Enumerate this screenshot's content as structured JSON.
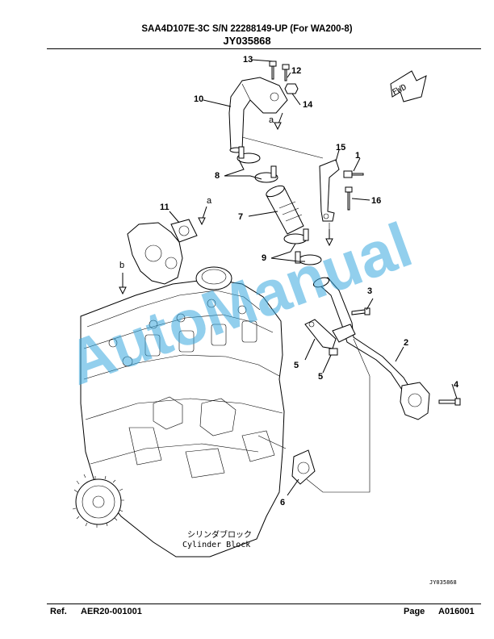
{
  "header": {
    "line1": "SAA4D107E-3C S/N 22288149-UP (For WA200-8)",
    "line2": "JY035868"
  },
  "footer": {
    "ref_label": "Ref.",
    "ref_value": "AER20-001001",
    "page_label": "Page",
    "page_value": "A016001"
  },
  "drawing": {
    "callouts": [
      "1",
      "2",
      "3",
      "4",
      "5",
      "5",
      "6",
      "7",
      "8",
      "9",
      "10",
      "11",
      "12",
      "13",
      "14",
      "15",
      "16"
    ],
    "view_letters": [
      "a",
      "a",
      "b"
    ],
    "fwd_label": "FWD",
    "block_label_jp": "シリンダブロック",
    "block_label_en": "Cylinder Block",
    "drawing_id": "JY035868"
  },
  "watermark": "AutoManual",
  "colors": {
    "watermark": "#39a7de"
  }
}
